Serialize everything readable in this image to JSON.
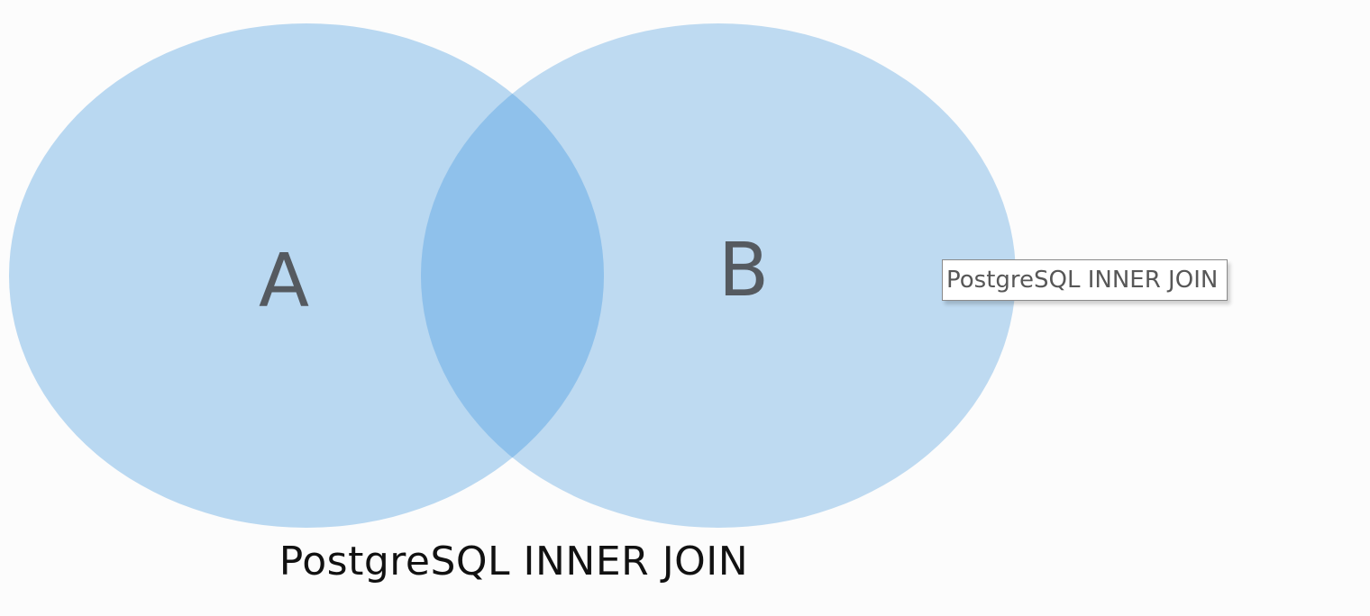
{
  "diagram": {
    "set_a_label": "A",
    "set_b_label": "B",
    "caption": "PostgreSQL INNER JOIN",
    "tooltip_text": "PostgreSQL INNER JOIN",
    "colors": {
      "circle_fill": "#a9cfee",
      "intersection_fill": "#8dc0ea",
      "label_color": "#555a60",
      "caption_color": "#111111"
    }
  }
}
